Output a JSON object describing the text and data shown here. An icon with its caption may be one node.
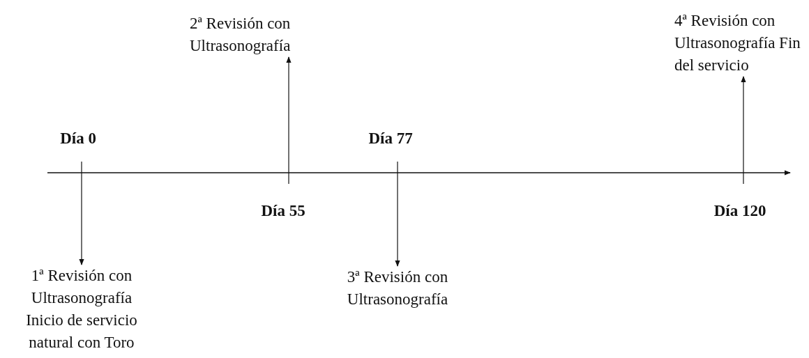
{
  "diagram": {
    "nodes": [
      {
        "text": [
          "1ª Revisión con Ultrasonografía Inicio de servicio natural con Toro"
        ]
      },
      {
        "text": [
          "2ª Revisión con Ultrasonografía"
        ]
      },
      {
        "text": [
          "3ª Revisión con Ultrasonografía"
        ]
      },
      {
        "text": [
          "4ª Revisión con Ultrasonografía Fin del servicio"
        ]
      }
    ],
    "edges": [
      {
        "from": null,
        "to": 0,
        "arrow": "to"
      },
      {
        "from": null,
        "to": 1,
        "arrow": "to"
      },
      {
        "from": null,
        "to": 2,
        "arrow": "to"
      },
      {
        "from": null,
        "to": 3,
        "arrow": "to"
      }
    ],
    "labels": [
      "Día 0",
      "Día 77",
      "Día 55",
      "Día 120"
    ]
  }
}
